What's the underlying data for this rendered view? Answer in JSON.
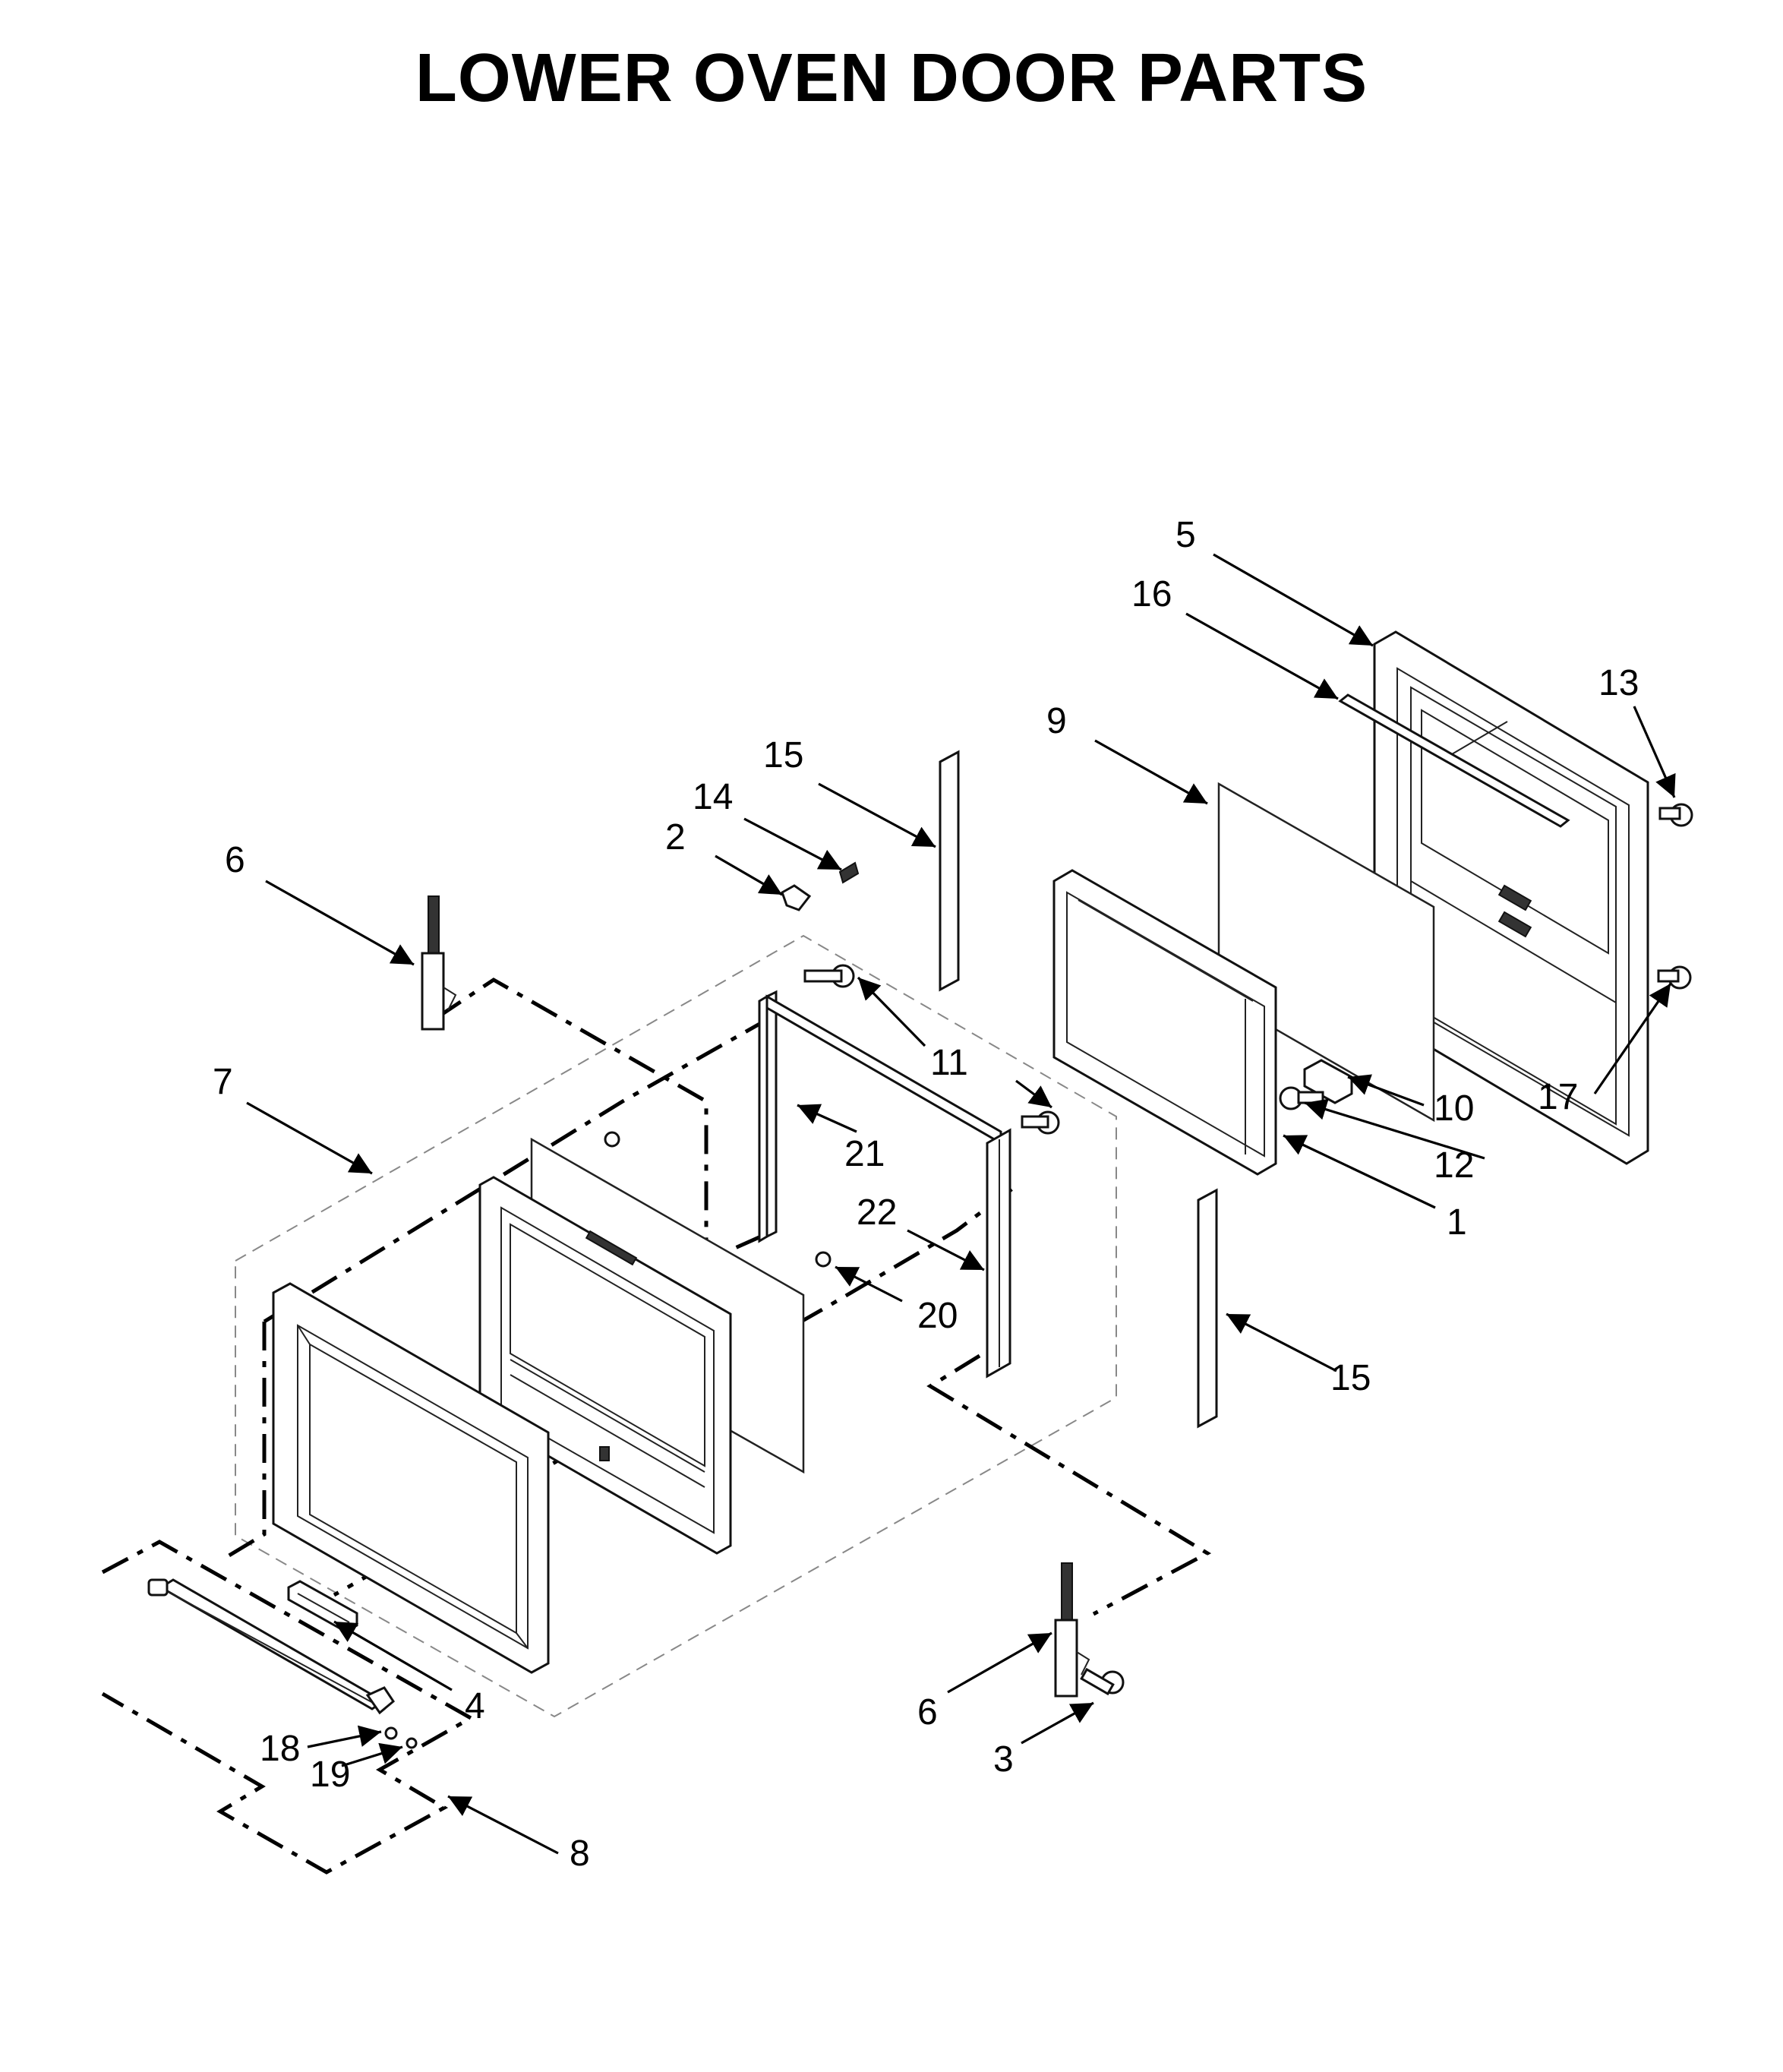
{
  "title": "LOWER OVEN DOOR PARTS",
  "callouts": [
    {
      "id": "c5",
      "text": "5"
    },
    {
      "id": "c16",
      "text": "16"
    },
    {
      "id": "c13",
      "text": "13"
    },
    {
      "id": "c9",
      "text": "9"
    },
    {
      "id": "c15a",
      "text": "15"
    },
    {
      "id": "c14",
      "text": "14"
    },
    {
      "id": "c2",
      "text": "2"
    },
    {
      "id": "c6a",
      "text": "6"
    },
    {
      "id": "c7",
      "text": "7"
    },
    {
      "id": "c11",
      "text": "11"
    },
    {
      "id": "c21",
      "text": "21"
    },
    {
      "id": "c22",
      "text": "22"
    },
    {
      "id": "c20",
      "text": "20"
    },
    {
      "id": "c10",
      "text": "10"
    },
    {
      "id": "c17",
      "text": "17"
    },
    {
      "id": "c12",
      "text": "12"
    },
    {
      "id": "c1",
      "text": "1"
    },
    {
      "id": "c15b",
      "text": "15"
    },
    {
      "id": "c4",
      "text": "4"
    },
    {
      "id": "c18",
      "text": "18"
    },
    {
      "id": "c19",
      "text": "19"
    },
    {
      "id": "c8",
      "text": "8"
    },
    {
      "id": "c6b",
      "text": "6"
    },
    {
      "id": "c3",
      "text": "3"
    }
  ]
}
